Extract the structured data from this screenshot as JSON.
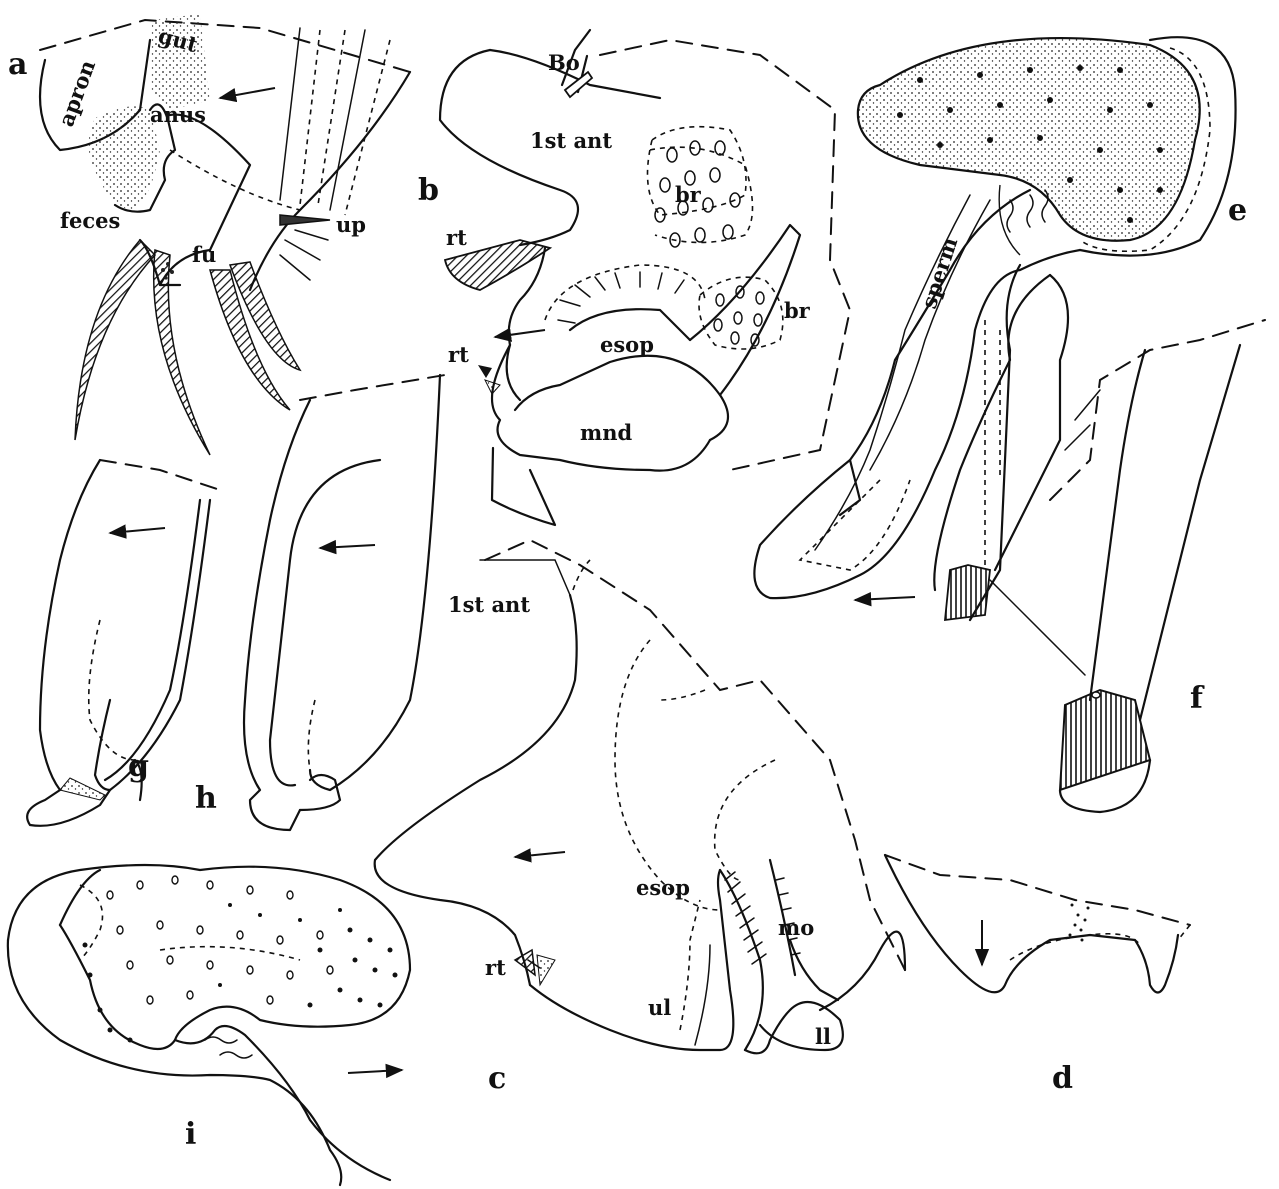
{
  "panels": {
    "a": "a",
    "b": "b",
    "c": "c",
    "d": "d",
    "e": "e",
    "f": "f",
    "g": "g",
    "h": "h",
    "i": "i"
  },
  "labels": {
    "a": {
      "apron": "apron",
      "gut": "gut",
      "anus": "anus",
      "feces": "feces",
      "fu": "fu",
      "up": "up"
    },
    "b": {
      "bo": "Bo",
      "ant": "1st ant",
      "rt1": "rt",
      "rt2": "rt",
      "br1": "br",
      "br2": "br",
      "esop": "esop",
      "mnd": "mnd"
    },
    "c": {
      "ant": "1st ant",
      "esop": "esop",
      "mo": "mo",
      "rt": "rt",
      "ul": "ul",
      "ll": "ll"
    },
    "e": {
      "sperm": "sperm"
    }
  }
}
